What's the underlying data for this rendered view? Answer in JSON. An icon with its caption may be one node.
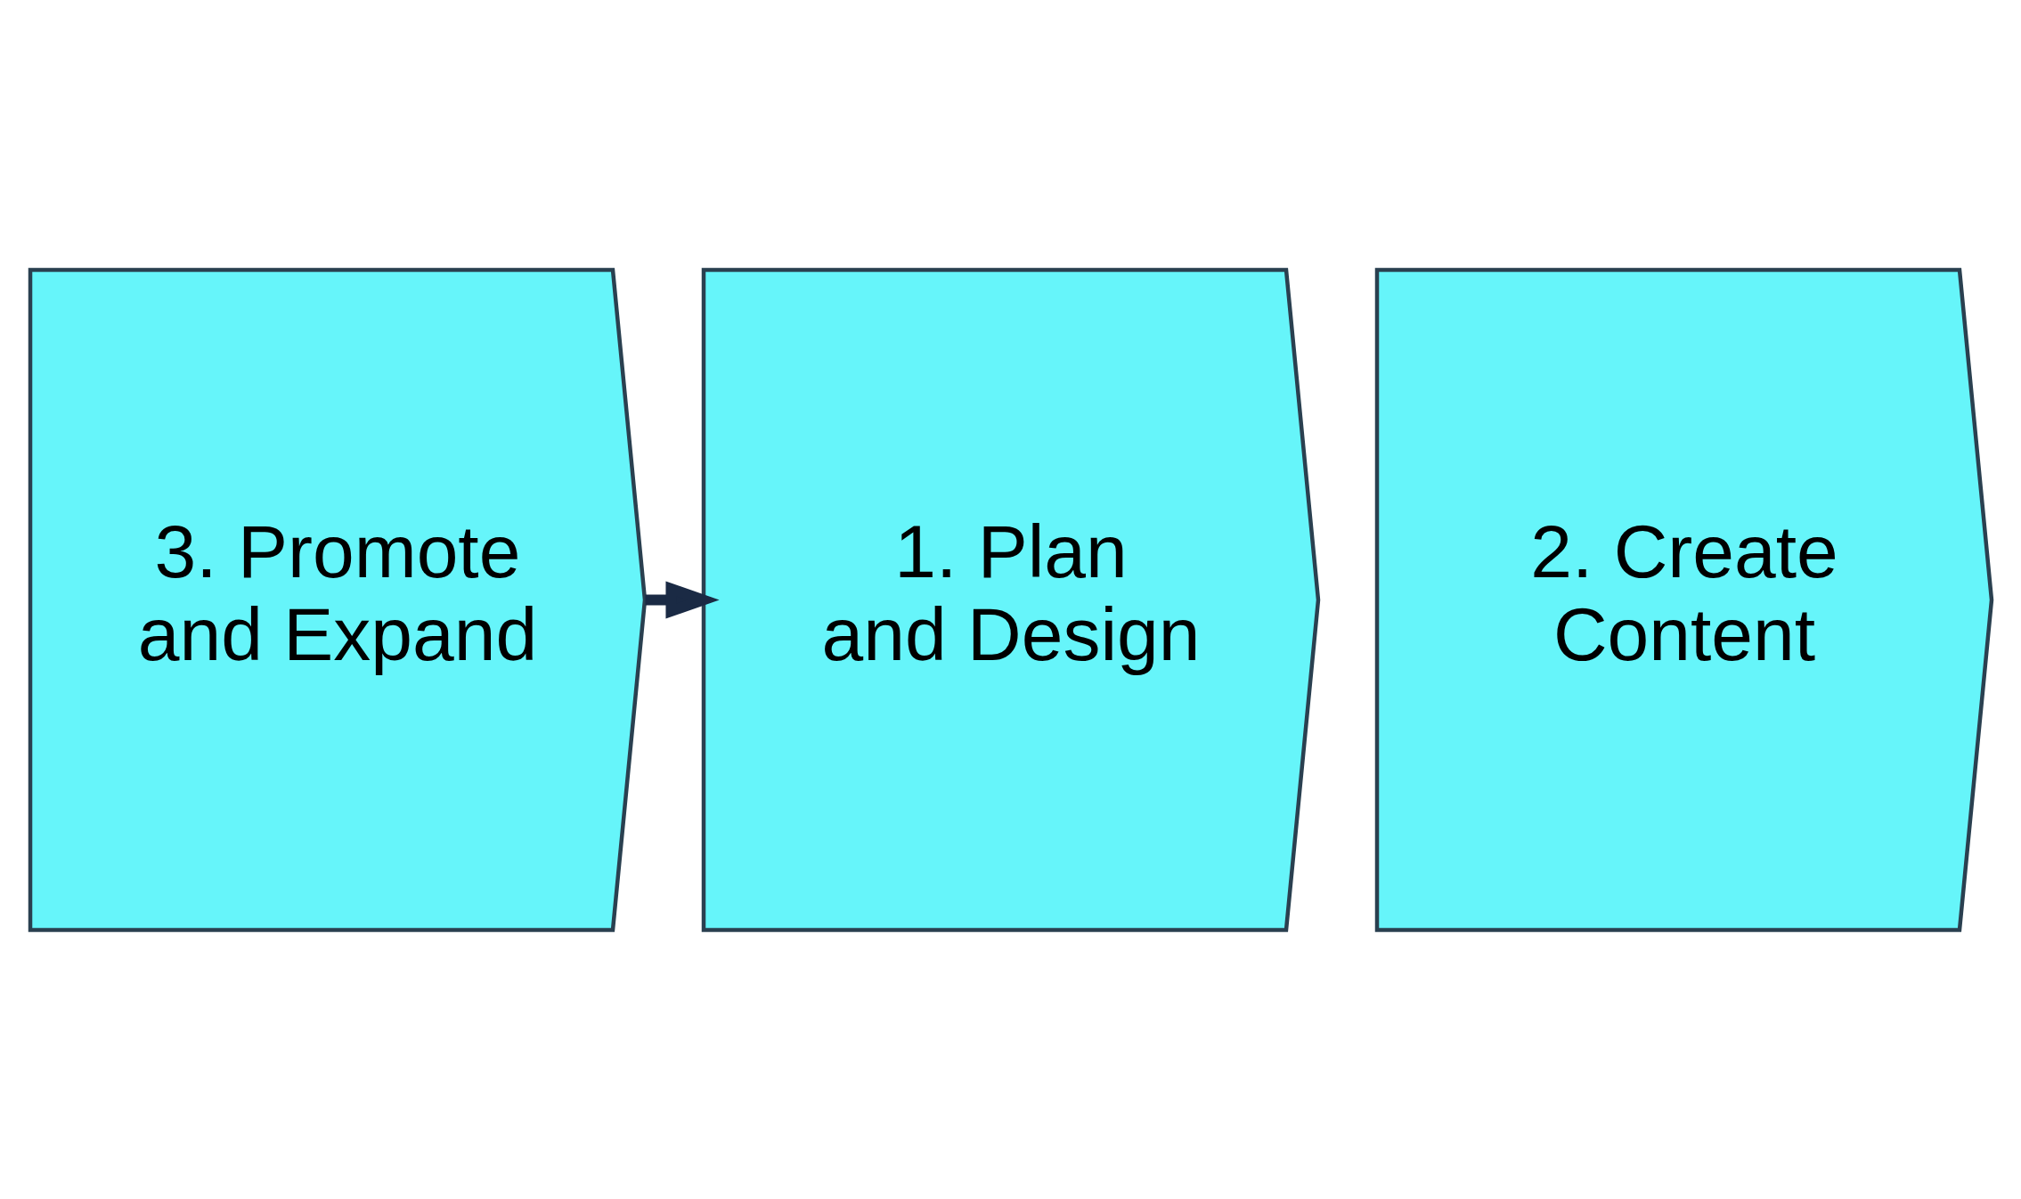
{
  "diagram": {
    "nodes": [
      {
        "text": [
          "1. Plan and Design"
        ]
      },
      {
        "text": [
          "2. Create Content"
        ]
      },
      {
        "text": [
          "3. Promote and Expand"
        ]
      }
    ],
    "edges": [
      {
        "from": 2,
        "to": 0,
        "arrow": "to"
      }
    ]
  }
}
